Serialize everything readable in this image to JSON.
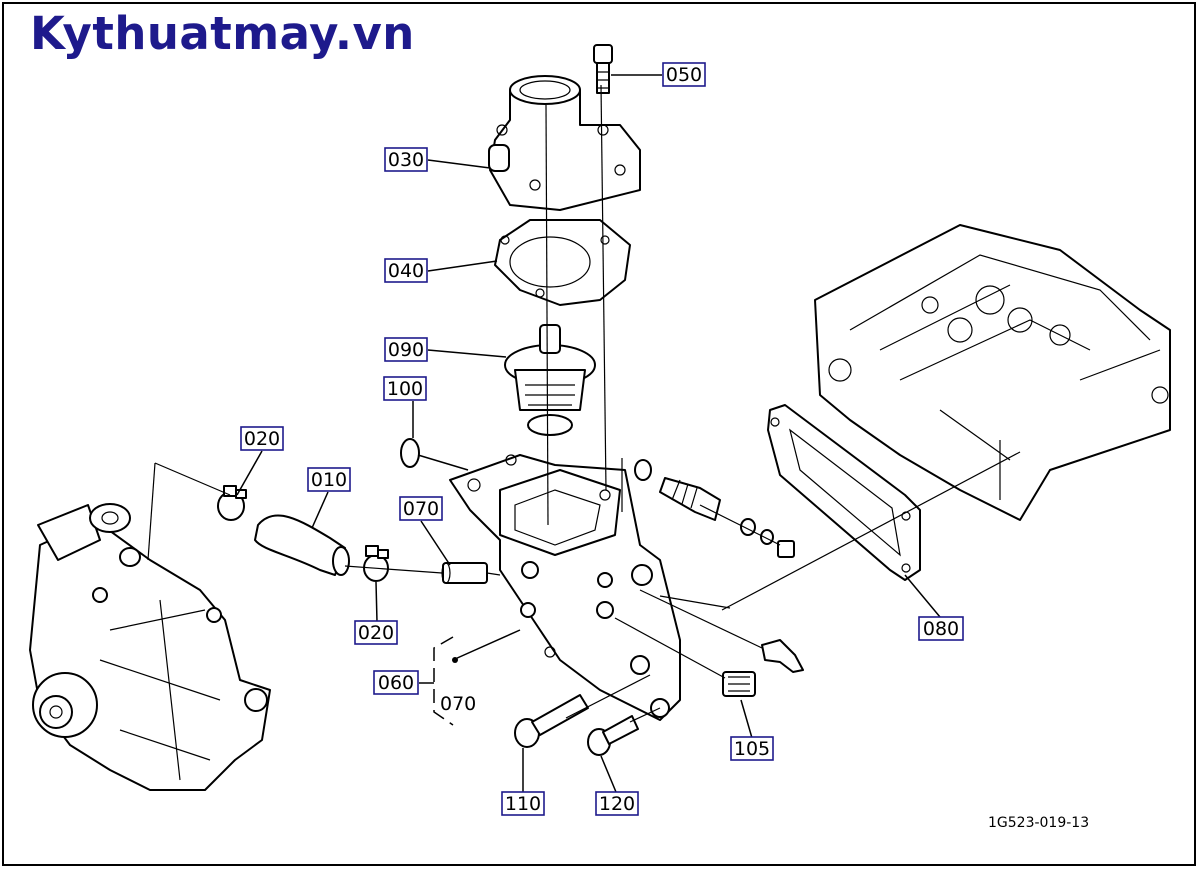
{
  "brand": {
    "text": "Kythuatmay.vn",
    "color": "#1e1a8c"
  },
  "figure_code": "1G523-019-13",
  "callouts": [
    {
      "id": "050",
      "text": "050"
    },
    {
      "id": "030",
      "text": "030"
    },
    {
      "id": "040",
      "text": "040"
    },
    {
      "id": "090",
      "text": "090"
    },
    {
      "id": "100",
      "text": "100"
    },
    {
      "id": "020a",
      "text": "020"
    },
    {
      "id": "010",
      "text": "010"
    },
    {
      "id": "070a",
      "text": "070"
    },
    {
      "id": "020b",
      "text": "020"
    },
    {
      "id": "060",
      "text": "060"
    },
    {
      "id": "080",
      "text": "080"
    },
    {
      "id": "105",
      "text": "105"
    },
    {
      "id": "110",
      "text": "110"
    },
    {
      "id": "120",
      "text": "120"
    }
  ],
  "assembly_note": {
    "text": "070"
  }
}
